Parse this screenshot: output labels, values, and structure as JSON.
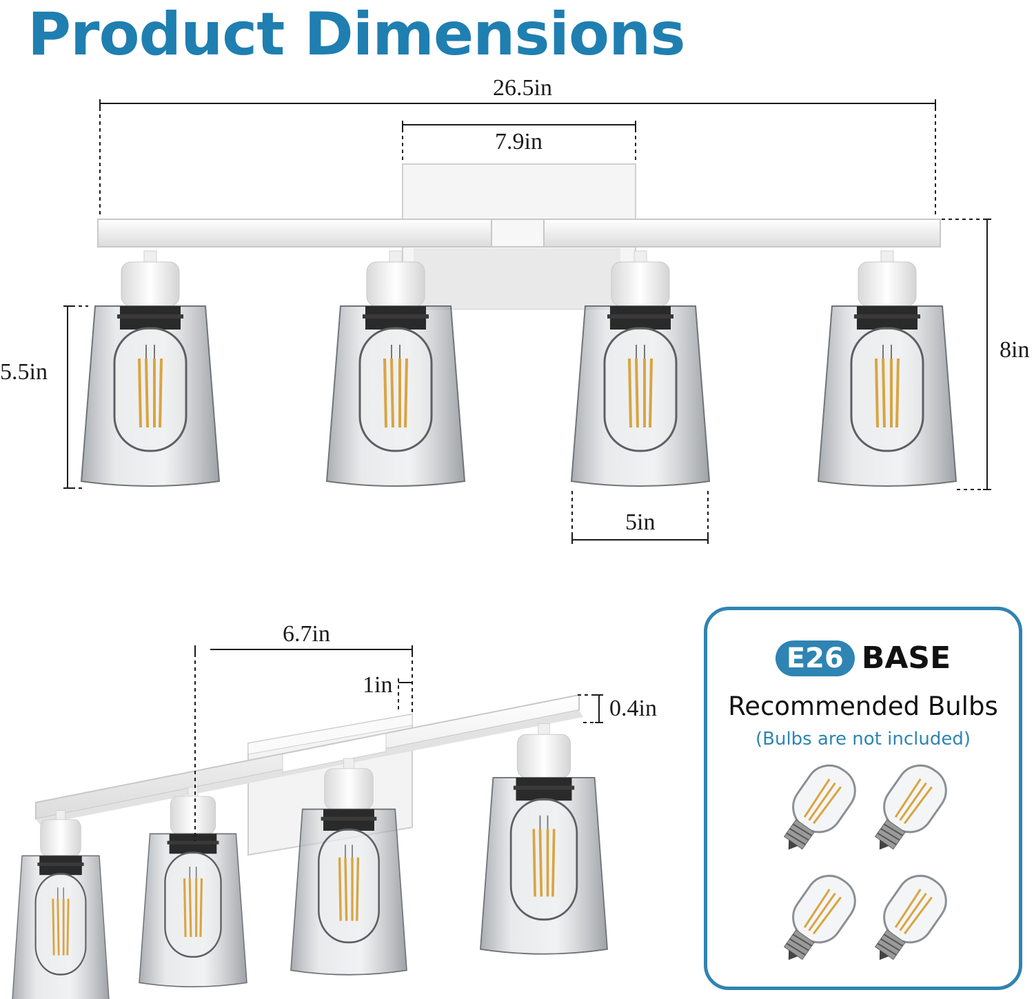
{
  "title": "Product Dimensions",
  "front_view": {
    "overall_width": "26.5in",
    "backplate_width": "7.9in",
    "shade_height": "5.5in",
    "overall_height": "8in",
    "shade_width": "5in"
  },
  "side_view": {
    "extension": "6.7in",
    "offset": "1in",
    "bar_thickness": "0.4in"
  },
  "bulb_card": {
    "base_type": "E26",
    "base_label": "BASE",
    "heading": "Recommended Bulbs",
    "note": "(Bulbs are not included)"
  },
  "colors": {
    "accent": "#2f84b3",
    "title": "#1f7fb0",
    "fixture": "#f2f2f2",
    "glass": "#b8bcc0"
  }
}
